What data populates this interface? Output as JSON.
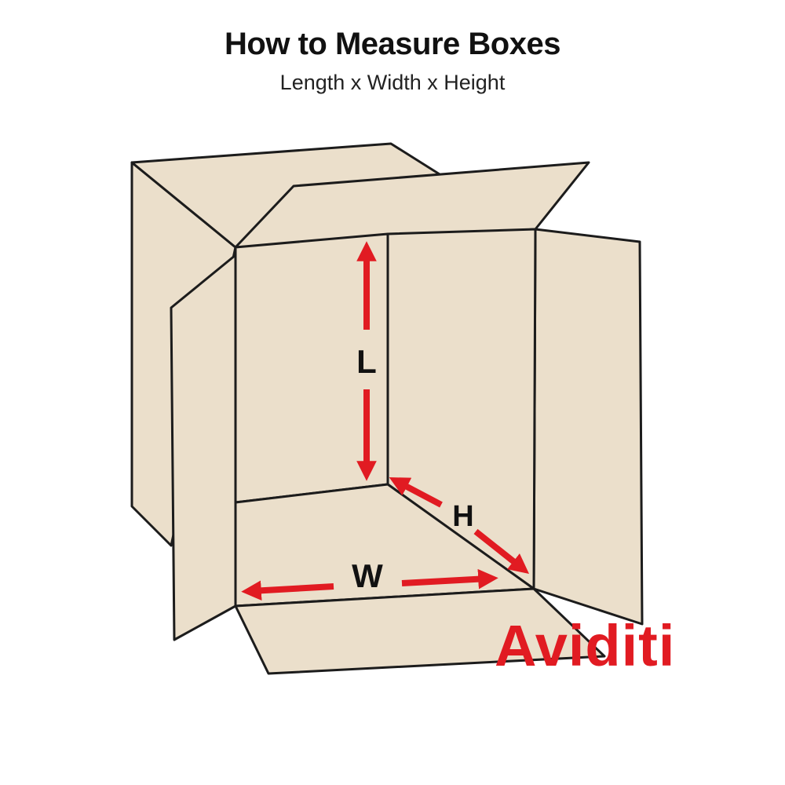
{
  "header": {
    "title": "How to Measure Boxes",
    "subtitle": "Length x Width x Height"
  },
  "labels": {
    "length": "L",
    "width": "W",
    "height": "H"
  },
  "brand": {
    "name": "Aviditi"
  },
  "colors": {
    "cardboard": "#ebdfcb",
    "outline": "#1c1c1c",
    "arrow": "#e11b22",
    "brand": "#e11b22"
  }
}
